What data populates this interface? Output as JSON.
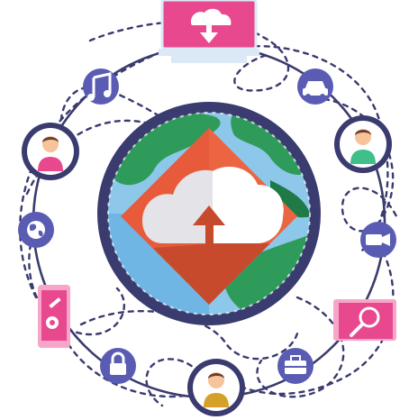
{
  "illustration": {
    "colors": {
      "ring": "#3a3b6e",
      "orbit_dash": "#3a3b6e",
      "node_purple": "#5a5cb4",
      "pink": "#e8488e",
      "pink_light": "#f6a7c9",
      "ocean": "#8dc7ea",
      "ocean_dark": "#5fa9dc",
      "land": "#2f9b5a",
      "land_dark": "#1f7a45",
      "diamond": "#e85b3a",
      "diamond_dark": "#c84a2c",
      "diamond_light": "#f06f4a",
      "cloud_gray": "#e3e3e8",
      "cloud_white": "#ffffff",
      "skin": "#f7c39b",
      "hair": "#6b3f2a",
      "shirt_pink": "#e8488e",
      "shirt_green": "#3fc08b",
      "shirt_gold": "#d6a12a",
      "monitor_stand": "#dbe8f6"
    },
    "nodes": [
      {
        "id": "music",
        "icon": "music-note-icon"
      },
      {
        "id": "car",
        "icon": "car-icon"
      },
      {
        "id": "user-left",
        "icon": "user-avatar-icon"
      },
      {
        "id": "user-right",
        "icon": "user-avatar-icon"
      },
      {
        "id": "globe",
        "icon": "globe-icon"
      },
      {
        "id": "camera",
        "icon": "video-camera-icon"
      },
      {
        "id": "settings-phone",
        "icon": "settings-phone-icon"
      },
      {
        "id": "search",
        "icon": "magnifier-icon"
      },
      {
        "id": "lock",
        "icon": "padlock-icon"
      },
      {
        "id": "briefcase",
        "icon": "briefcase-icon"
      },
      {
        "id": "user-bottom",
        "icon": "user-avatar-icon"
      },
      {
        "id": "monitor",
        "icon": "cloud-download-monitor-icon"
      },
      {
        "id": "center",
        "icon": "cloud-upload-icon"
      }
    ]
  }
}
